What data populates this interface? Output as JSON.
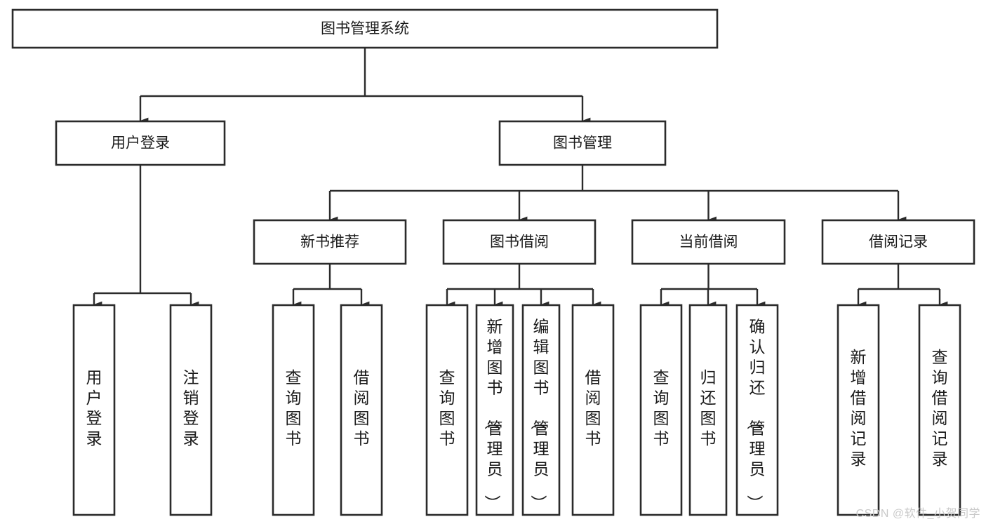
{
  "diagram": {
    "type": "tree",
    "title": "图书管理系统",
    "root": {
      "id": "root",
      "label": "图书管理系统"
    },
    "level1": [
      {
        "id": "user-login",
        "label": "用户登录"
      },
      {
        "id": "book-manage",
        "label": "图书管理"
      }
    ],
    "level2": [
      {
        "id": "new-book-rec",
        "label": "新书推荐",
        "parent": "book-manage"
      },
      {
        "id": "book-borrow",
        "label": "图书借阅",
        "parent": "book-manage"
      },
      {
        "id": "current-borrow",
        "label": "当前借阅",
        "parent": "book-manage"
      },
      {
        "id": "borrow-record",
        "label": "借阅记录",
        "parent": "book-manage"
      }
    ],
    "leaves": {
      "user-login": [
        {
          "id": "leaf-user-login",
          "label": "用户登录"
        },
        {
          "id": "leaf-logout-login",
          "label": "注销登录"
        }
      ],
      "new-book-rec": [
        {
          "id": "leaf-query-book-1",
          "label": "查询图书"
        },
        {
          "id": "leaf-borrow-book-1",
          "label": "借阅图书"
        }
      ],
      "book-borrow": [
        {
          "id": "leaf-query-book-2",
          "label": "查询图书"
        },
        {
          "id": "leaf-add-book",
          "label": "新增图书（管理员）"
        },
        {
          "id": "leaf-edit-book",
          "label": "编辑图书（管理员）"
        },
        {
          "id": "leaf-borrow-book-2",
          "label": "借阅图书"
        }
      ],
      "current-borrow": [
        {
          "id": "leaf-query-book-3",
          "label": "查询图书"
        },
        {
          "id": "leaf-return-book",
          "label": "归还图书"
        },
        {
          "id": "leaf-confirm-return",
          "label": "确认归还（管理员）"
        }
      ],
      "borrow-record": [
        {
          "id": "leaf-add-record",
          "label": "新增借阅记录"
        },
        {
          "id": "leaf-query-record",
          "label": "查询借阅记录"
        }
      ]
    },
    "colors": {
      "box_stroke": "#2b2b2b",
      "box_fill": "#ffffff",
      "text": "#1a1a1a",
      "edge": "#2b2b2b",
      "watermark": "#c9c9c9",
      "background": "#ffffff"
    }
  },
  "watermark": {
    "text": "CSDN @软件_小贺同学"
  }
}
